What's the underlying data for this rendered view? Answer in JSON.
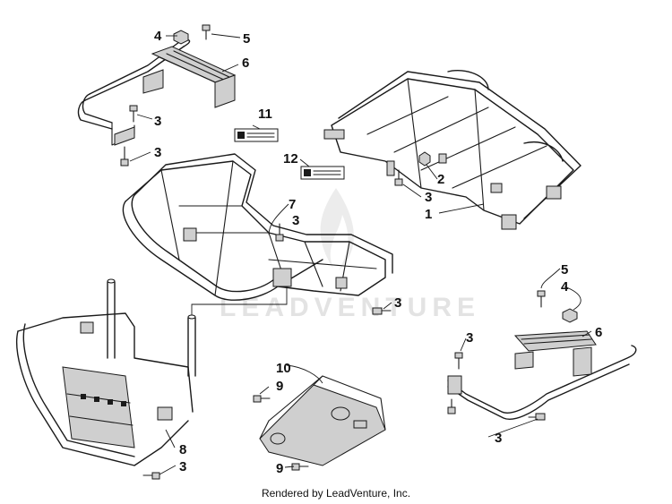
{
  "watermark": "LEADVENTURE",
  "footer": "Rendered by LeadVenture, Inc.",
  "callouts": {
    "c1": "1",
    "c2": "2",
    "c3a": "3",
    "c3b": "3",
    "c3c": "3",
    "c3d": "3",
    "c3e": "3",
    "c3f": "3",
    "c3g": "3",
    "c3h": "3",
    "c4a": "4",
    "c4b": "4",
    "c5a": "5",
    "c5b": "5",
    "c6a": "6",
    "c6b": "6",
    "c7": "7",
    "c8": "8",
    "c9a": "9",
    "c9b": "9",
    "c10": "10",
    "c11": "11",
    "c12": "12"
  }
}
